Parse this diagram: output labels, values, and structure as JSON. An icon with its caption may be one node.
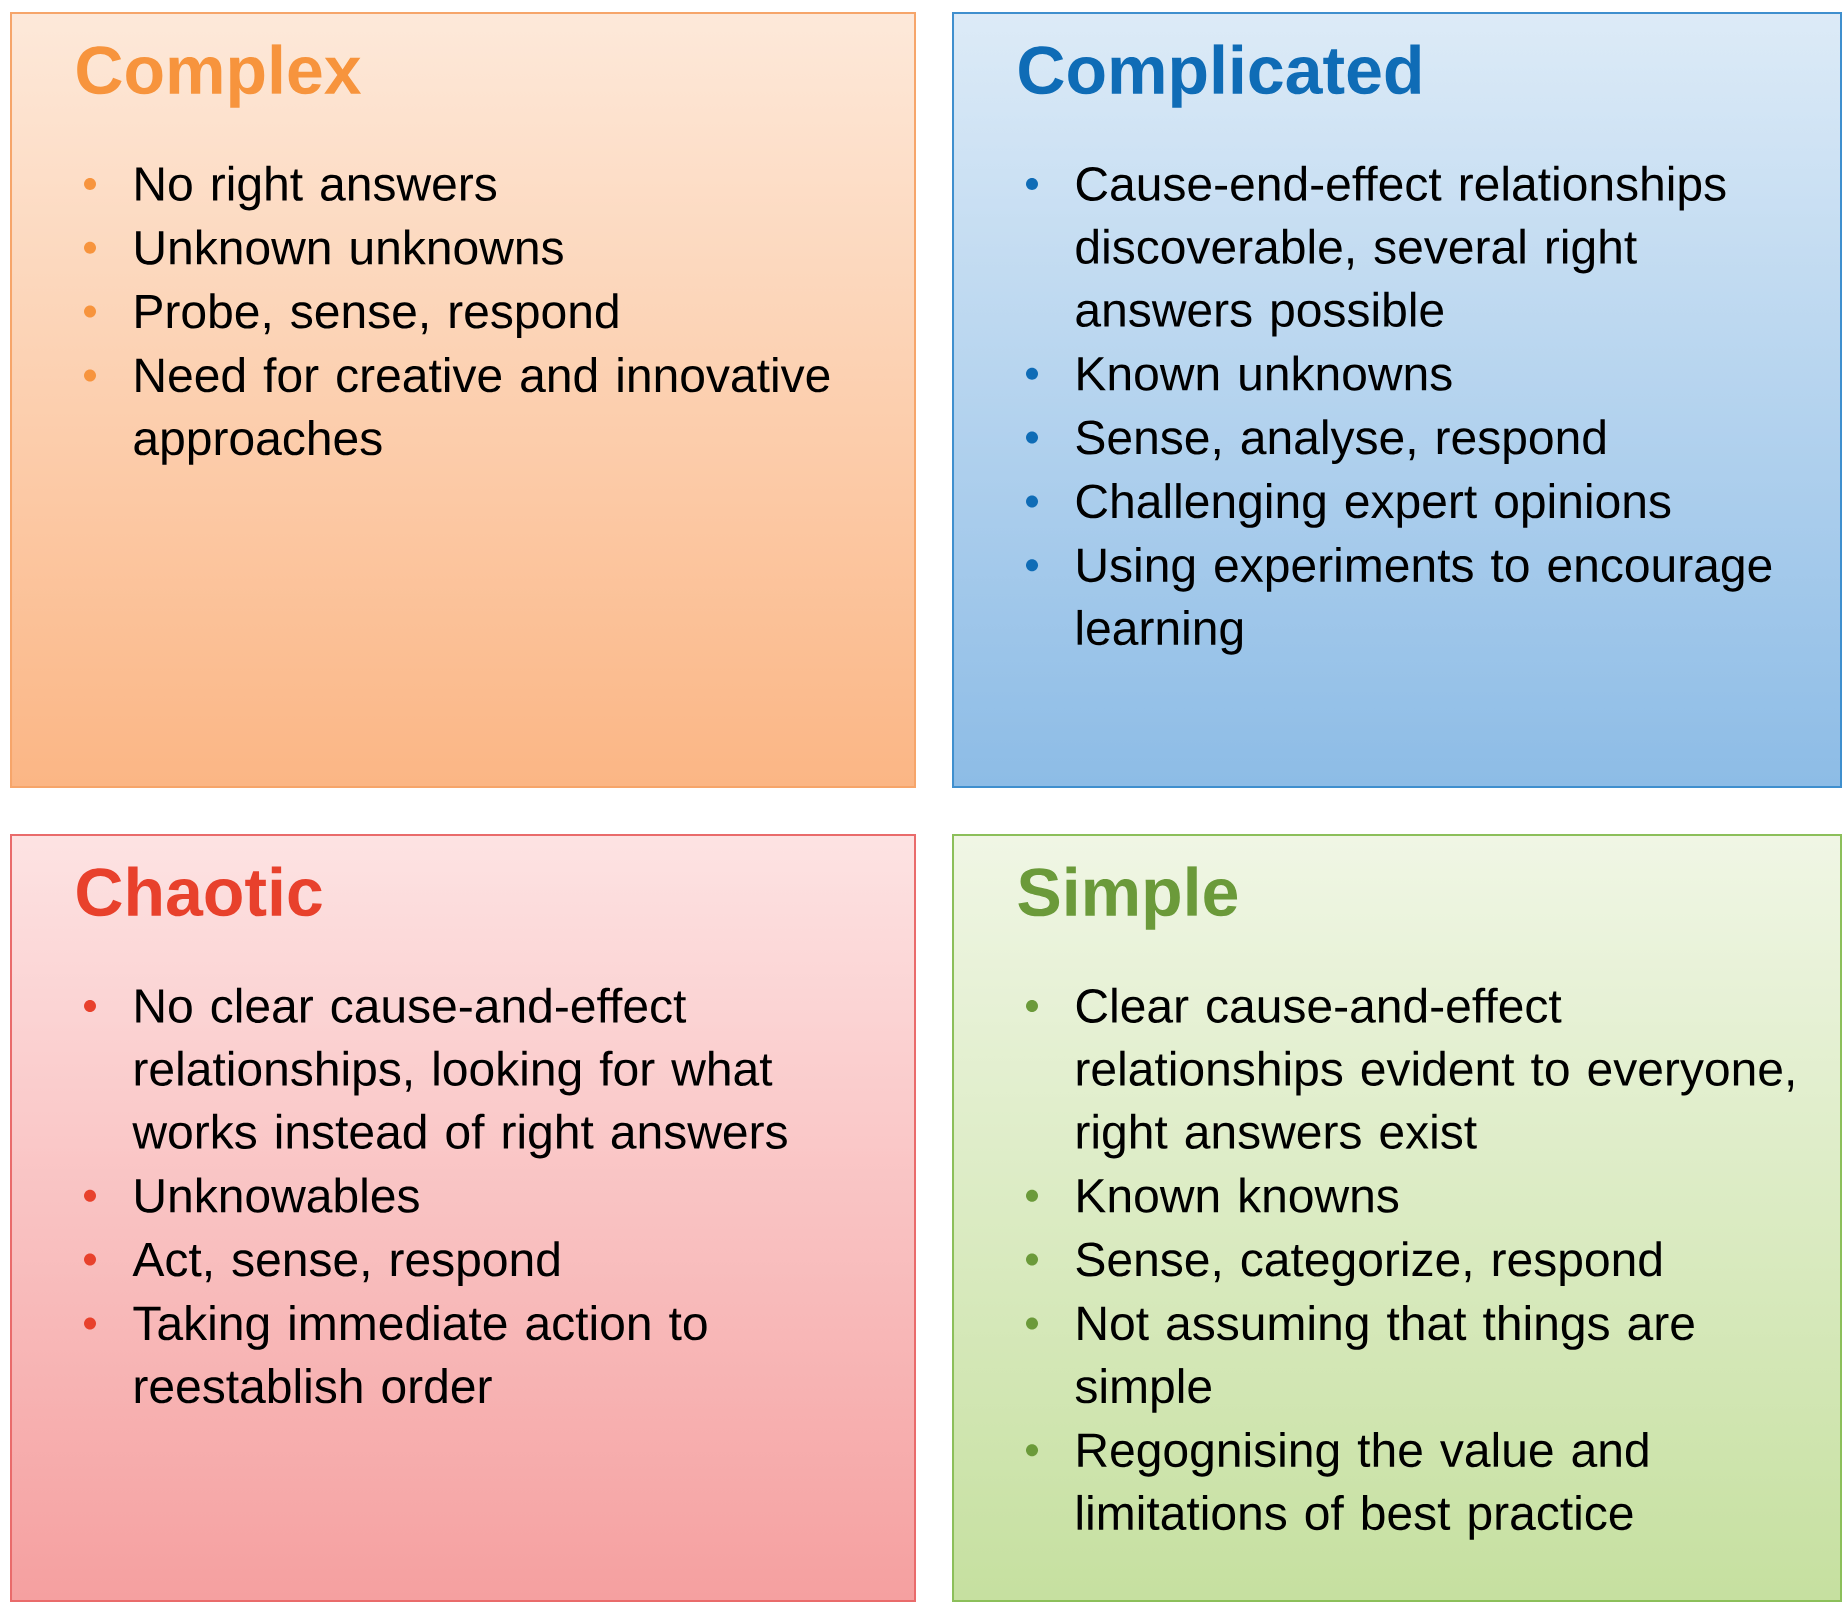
{
  "diagram": {
    "nodes": [
      {
        "text": [
          "Complex",
          "No right answers",
          "Unknown unknowns",
          "Probe, sense, respond",
          "Need for creative and innovative approaches"
        ]
      },
      {
        "text": [
          "Complicated",
          "Cause-end-effect relationships discoverable, several right answers possible",
          "Known unknowns",
          "Sense, analyse, respond",
          "Challenging expert opinions",
          "Using experiments to encourage learning"
        ]
      },
      {
        "text": [
          "Chaotic",
          "No clear cause-and-effect relationships, looking for what works instead of right answers",
          "Unknowables",
          "Act, sense, respond",
          "Taking immediate action to reestablish order"
        ]
      },
      {
        "text": [
          "Simple",
          "Clear cause-and-effect relationships evident to everyone, right answers exist",
          "Known knowns",
          "Sense, categorize, respond",
          "Not assuming that things are simple",
          "Regognising the value and limitations of best practice"
        ]
      }
    ]
  }
}
